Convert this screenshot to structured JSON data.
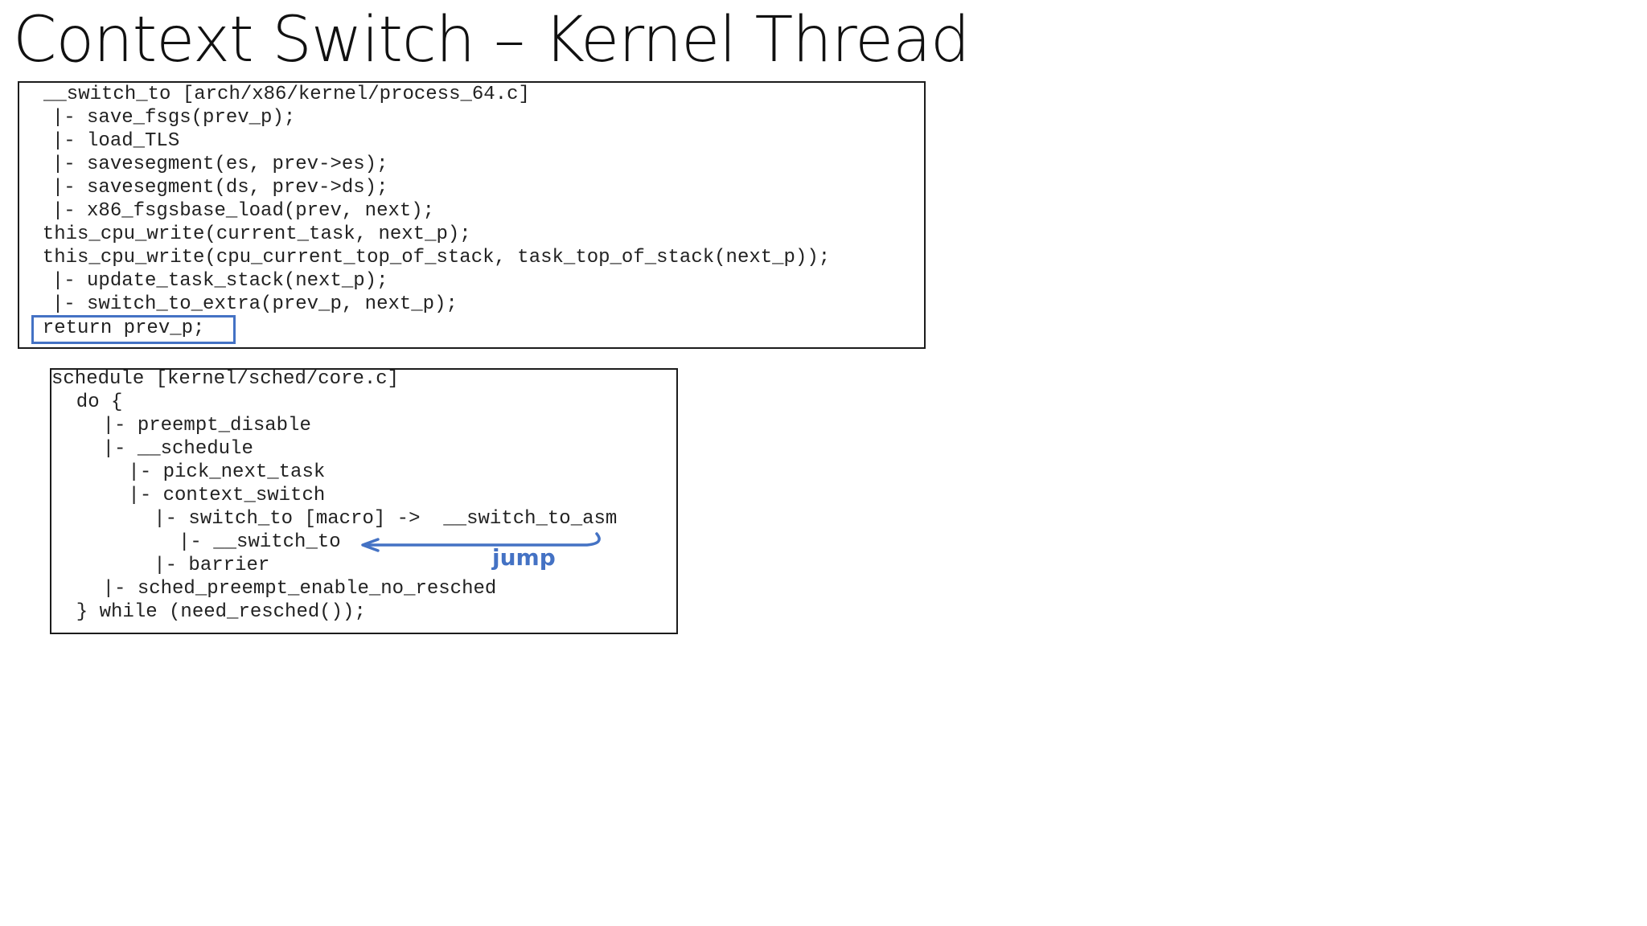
{
  "slide": {
    "title": "Context Switch – Kernel Thread"
  },
  "switch_to_box": {
    "lines": [
      "__switch_to [arch/x86/kernel/process_64.c]",
      "  |- save_fsgs(prev_p);",
      "  |- load_TLS",
      "  |- savesegment(es, prev->es);",
      "  |- savesegment(ds, prev->ds);",
      "  |- x86_fsgsbase_load(prev, next);",
      "  this_cpu_write(current_task, next_p);",
      "  this_cpu_write(cpu_current_top_of_stack, task_top_of_stack(next_p));",
      "  |- update_task_stack(next_p);",
      "  |- switch_to_extra(prev_p, next_p);",
      "  return prev_p;"
    ],
    "highlight_color": "#4472c4"
  },
  "schedule_box": {
    "lines": [
      "schedule [kernel/sched/core.c]",
      "  do {",
      "    |- preempt_disable",
      "    |- __schedule",
      "      |- pick_next_task",
      "      |- context_switch",
      "        |- switch_to [macro] ->  __switch_to_asm",
      "          |- __switch_to",
      "        |- barrier",
      "    |- sched_preempt_enable_no_resched",
      "  } while (need_resched());"
    ]
  },
  "annotation": {
    "jump_label": "jump",
    "color": "#4472c4"
  }
}
